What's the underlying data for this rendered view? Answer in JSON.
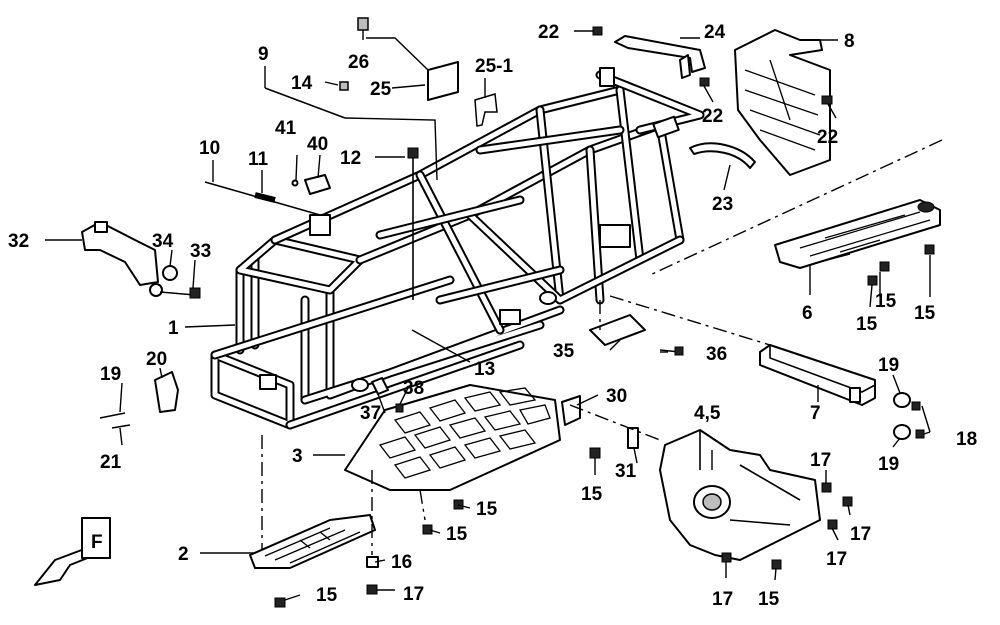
{
  "diagram": {
    "labels": {
      "n1": "1",
      "n2": "2",
      "n3": "3",
      "n4_5": "4,5",
      "n6": "6",
      "n7": "7",
      "n8": "8",
      "n9": "9",
      "n10": "10",
      "n11": "11",
      "n12": "12",
      "n13": "13",
      "n14": "14",
      "n15a": "15",
      "n15b": "15",
      "n15c": "15",
      "n15d": "15",
      "n15e": "15",
      "n15f": "15",
      "n15g": "15",
      "n15h": "15",
      "n16": "16",
      "n17a": "17",
      "n17b": "17",
      "n17c": "17",
      "n17d": "17",
      "n17e": "17",
      "n18": "18",
      "n19a": "19",
      "n19b": "19",
      "n19c": "19",
      "n20": "20",
      "n21": "21",
      "n22a": "22",
      "n22b": "22",
      "n22c": "22",
      "n23": "23",
      "n24": "24",
      "n25": "25",
      "n25_1": "25-1",
      "n26": "26",
      "n30": "30",
      "n31": "31",
      "n32": "32",
      "n33": "33",
      "n34": "34",
      "n35": "35",
      "n36": "36",
      "n37": "37",
      "n38": "38",
      "n40": "40",
      "n41": "41"
    },
    "front_marker": "F"
  }
}
